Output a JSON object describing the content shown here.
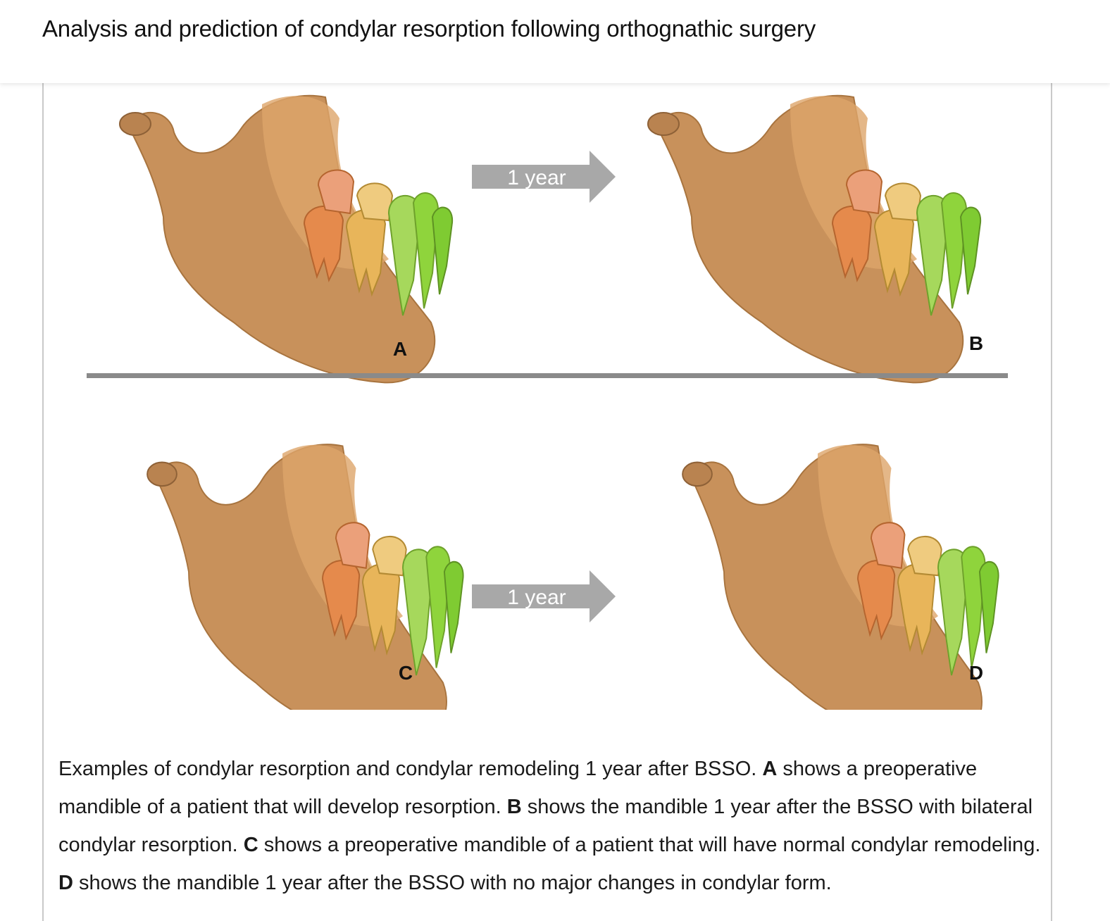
{
  "title": "Analysis and prediction of condylar resorption following orthognathic surgery",
  "figure": {
    "arrow_top_label": "1 year",
    "arrow_bottom_label": "1 year",
    "panel_labels": {
      "a": "A",
      "b": "B",
      "c": "C",
      "d": "D"
    }
  },
  "caption": {
    "p1": "Examples of condylar resorption and condylar remodeling 1 year after BSSO.",
    "a_label": "A",
    "p2": "shows a preoperative mandible of a patient that will develop resorption.",
    "b_label": "B",
    "p3": "shows the mandible 1 year after the BSSO with bilateral condylar resorption.",
    "c_label": "C",
    "p4": "shows a preoperative mandible of a patient that will have normal condylar remodeling.",
    "d_label": "D",
    "p5": "shows the mandible 1 year after the BSSO with no major changes in condylar form."
  },
  "colors": {
    "bone": "#c8915b",
    "bone_light": "#dda56a",
    "molar": "#e58a4c",
    "premolar": "#e8b55a",
    "incisor": "#8fd43c",
    "arrow": "#a8a8a8",
    "divider": "#8a8a8a"
  }
}
